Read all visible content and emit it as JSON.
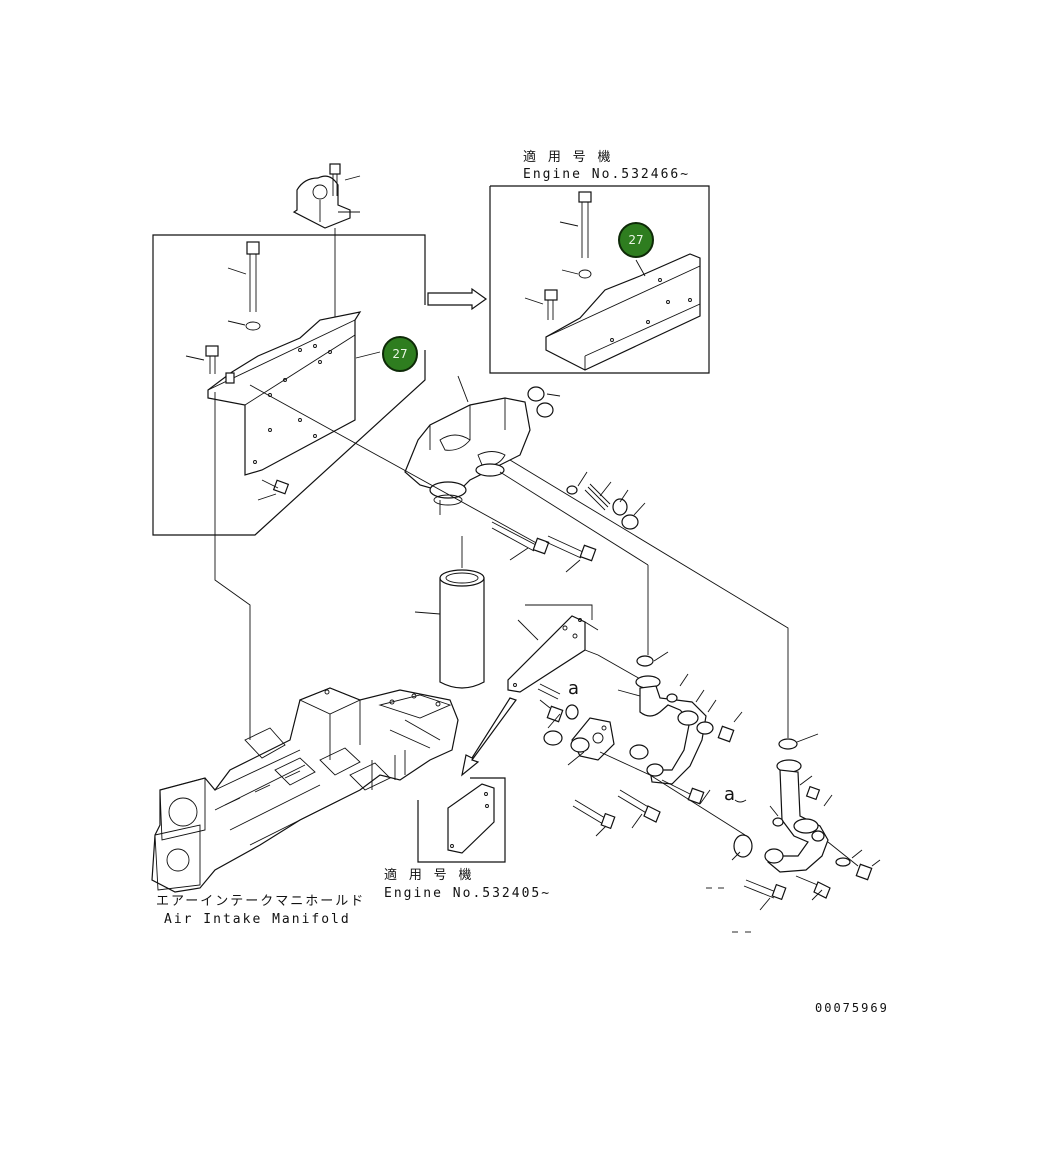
{
  "labels": {
    "applicable_top_jp": "適 用 号 機",
    "applicable_top_en": "Engine No.532466~",
    "applicable_bottom_jp": "適 用 号 機",
    "applicable_bottom_en": "Engine No.532405~",
    "manifold_jp": "エアーインテークマニホールド",
    "manifold_en": "Air Intake Manifold",
    "drawing_number": "00075969",
    "ref_letter_1": "a",
    "ref_letter_2": "a"
  },
  "callouts": [
    {
      "number": "27",
      "color": "#2e7d1f"
    },
    {
      "number": "27",
      "color": "#2e7d1f"
    }
  ]
}
